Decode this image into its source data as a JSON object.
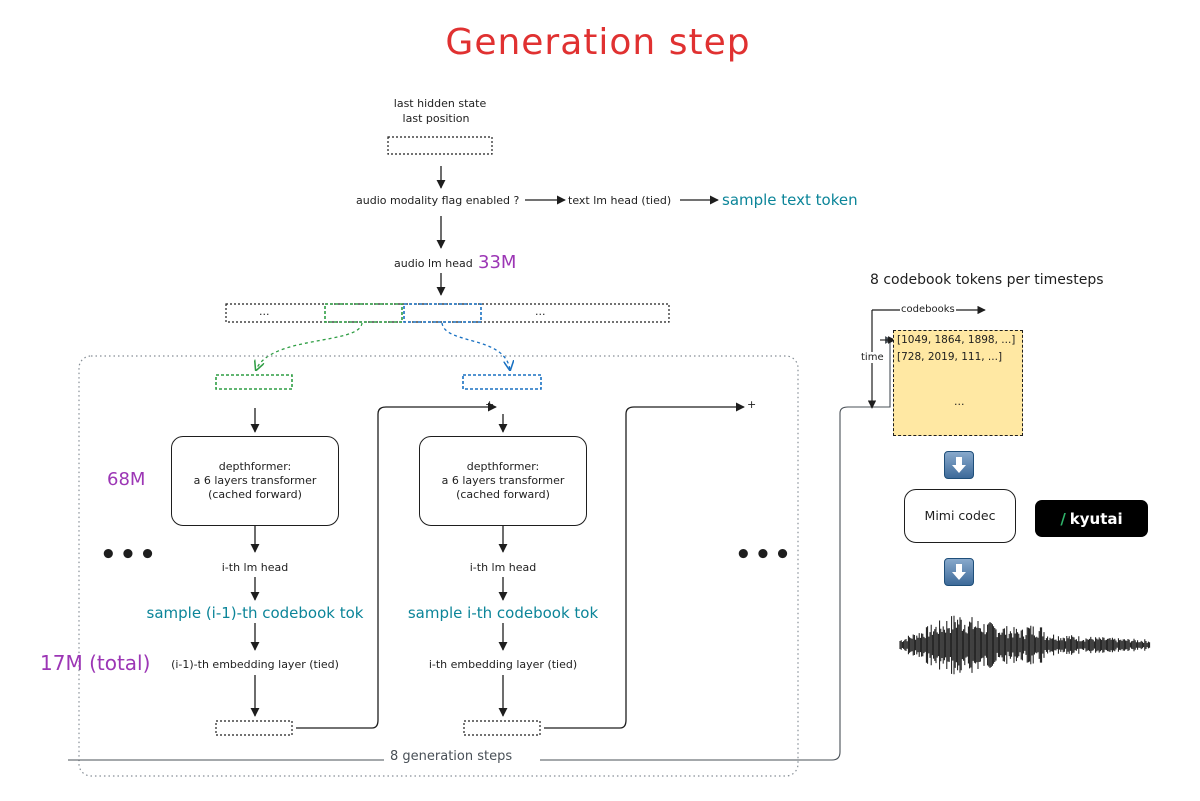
{
  "title": "Generation step",
  "top": {
    "last_hidden_state": "last hidden state",
    "last_position": "last position",
    "flag_question": "audio modality flag enabled ?",
    "text_head": "text lm head (tied)",
    "sample_text": "sample text token",
    "audio_head": "audio lm head",
    "audio_head_params": "33M",
    "ellipsis_left": "...",
    "ellipsis_right": "..."
  },
  "loop": {
    "depth_params": "68M",
    "embed_params": "17M (total)",
    "steps_label": "8 generation steps",
    "plus": "+",
    "more": "•••",
    "columns": [
      {
        "depthformer_line1": "depthformer:",
        "depthformer_line2": "a 6 layers transformer",
        "depthformer_line3": "(cached forward)",
        "head": "i-th lm head",
        "sample": "sample (i-1)-th codebook tok",
        "embedding": "(i-1)-th embedding layer (tied)"
      },
      {
        "depthformer_line1": "depthformer:",
        "depthformer_line2": "a 6 layers transformer",
        "depthformer_line3": "(cached forward)",
        "head": "i-th lm head",
        "sample": "sample i-th codebook tok",
        "embedding": "i-th embedding layer (tied)"
      }
    ]
  },
  "right": {
    "heading": "8 codebook tokens per timesteps",
    "codebooks_label": "codebooks",
    "time_label": "time",
    "row1": "[1049, 1864, 1898, ...]",
    "row2": "[728, 2019, 111, ...]",
    "row_more": "...",
    "codec": "Mimi codec",
    "brand_slash": "/",
    "brand": "kyutai"
  },
  "colors": {
    "title": "#e03131",
    "teal": "#0c8599",
    "purple": "#9c36b5",
    "green_dashed": "#2f9e44",
    "blue_dashed": "#1971c2",
    "codebook_fill": "#ffe8a3"
  },
  "icons": [
    "arrow-down-icon",
    "download-arrow-icon",
    "waveform-icon"
  ]
}
